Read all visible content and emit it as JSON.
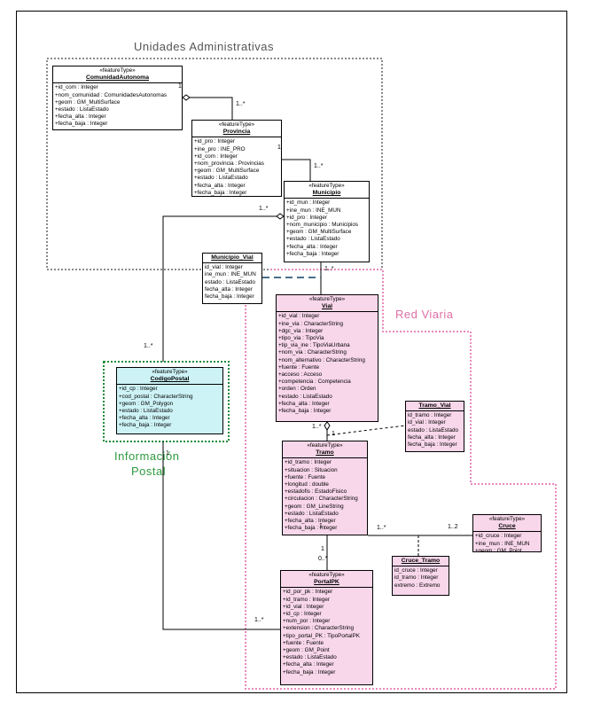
{
  "groups": {
    "administrativas": "Unidades Administrativas",
    "red_viaria": "Red Viaria",
    "informacion": "Información",
    "postal": "Postal"
  },
  "classes": {
    "comunidad": {
      "stereotype": "«featureType»",
      "name": "ComunidadAutonoma",
      "attributes": [
        "+id_com : Integer",
        "+nom_comunidad : ComunidadesAutonomas",
        "+geom : GM_MultiSurface",
        "+estado : ListaEstado",
        "+fecha_alta : Integer",
        "+fecha_baja : Integer"
      ]
    },
    "provincia": {
      "stereotype": "«featureType»",
      "name": "Provincia",
      "attributes": [
        "+id_pro : Integer",
        "+ine_pro : INE_PRO",
        "+id_com : Integer",
        "+nom_provincia : Provincias",
        "+geom : GM_MultiSurface",
        "+estado : ListaEstado",
        "+fecha_alta : Integer",
        "+fecha_baja : Integer"
      ]
    },
    "municipio": {
      "stereotype": "«featureType»",
      "name": "Municipio",
      "attributes": [
        "+id_mun : Integer",
        "+ine_mun : INE_MUN",
        "+id_pro : Integer",
        "+nom_municipio : Municipios",
        "+geom : GM_MultiSurface",
        "+estado : ListaEstado",
        "+fecha_alta : Integer",
        "+fecha_baja : Integer"
      ]
    },
    "municipio_vial": {
      "stereotype": "",
      "name": "Municipio_Vial",
      "attributes": [
        "id_vial : Integer",
        "ine_mun : INE_MUN",
        "estado : ListaEstado",
        "fecha_alta : Integer",
        "fecha_baja : Integer"
      ]
    },
    "vial": {
      "stereotype": "«featureType»",
      "name": "Vial",
      "attributes": [
        "+id_vial : Integer",
        "+ine_via : CharacterString",
        "+dgc_via : Integer",
        "+tipo_via : TipoVia",
        "+tip_via_ine : TipoViaUrbana",
        "+nom_via : CharacterString",
        "+nom_alternativo : CharacterString",
        "+fuente : Fuente",
        "+acceso : Acceso",
        "+competencia : Competencia",
        "+orden : Orden",
        "+estado : ListaEstado",
        "+fecha_alta : Integer",
        "+fecha_baja : Integer"
      ]
    },
    "tramo_vial": {
      "stereotype": "",
      "name": "Tramo_Vial",
      "attributes": [
        "id_tramo : Integer",
        "id_vial : Integer",
        "estado : ListaEstado",
        "fecha_alta : Integer",
        "fecha_baja : Integer"
      ]
    },
    "codigo_postal": {
      "stereotype": "«featureType»",
      "name": "CodigoPostal",
      "attributes": [
        "+id_cp : Integer",
        "+cod_postal : CharacterString",
        "+geom : GM_Polygon",
        "+estado : ListaEstado",
        "+fecha_alta : Integer",
        "+fecha_baja : Integer"
      ]
    },
    "tramo": {
      "stereotype": "«featureType»",
      "name": "Tramo",
      "attributes": [
        "+id_tramo : Integer",
        "+situacion : Situacion",
        "+fuente : Fuente",
        "+longitud : double",
        "+estadofis : EstadoFisico",
        "+circulacion : CharacterString",
        "+geom : GM_LineString",
        "+estado : ListaEstado",
        "+fecha_alta : Integer",
        "+fecha_baja : Integer"
      ]
    },
    "cruce": {
      "stereotype": "«featureType»",
      "name": "Cruce",
      "attributes": [
        "+id_cruce : Integer",
        "+ine_mun : INE_MUN",
        "+geom : GM_Point"
      ]
    },
    "cruce_tramo": {
      "stereotype": "",
      "name": "Cruce_Tramo",
      "attributes": [
        "id_cruce : Integer",
        "id_tramo : Integer",
        "extremo : Extremo"
      ]
    },
    "portal": {
      "stereotype": "«featureType»",
      "name": "PortalPK",
      "attributes": [
        "+id_por_pk : Integer",
        "+id_tramo : Integer",
        "+id_vial : Integer",
        "+id_cp : Integer",
        "+num_por : Integer",
        "+extension : CharacterString",
        "+tipo_portal_PK : TipoPortalPK",
        "+fuente : Fuente",
        "+geom : GM_Point",
        "+estado : ListaEstado",
        "+fecha_alta : Integer",
        "+fecha_baja : Integer"
      ]
    }
  },
  "multiplicities": {
    "com_1": "1",
    "prov_many": "1..*",
    "prov_1": "1",
    "mun_many": "1..*",
    "mun_many_cp": "1..*",
    "mun_many_vial": "1..*",
    "cp_many": "1..*",
    "cp_1": "1",
    "vial_1": "1",
    "vial_many": "1..*",
    "tramo_1": "1",
    "tramo_many_cruce": "1..*",
    "cruce_12": "1..2",
    "tramo_1b": "1",
    "portal_0many": "0..*",
    "portal_many_cp": "1..*"
  },
  "colors": {
    "pink_fill": "#f8d7ea",
    "cyan_fill": "#cdf3f6",
    "pink_border": "#e98bbd",
    "green_border": "#1e8a3a",
    "gray_border": "#8a8a8a",
    "green_text": "#2e9a3e",
    "pink_text": "#e070a6"
  }
}
